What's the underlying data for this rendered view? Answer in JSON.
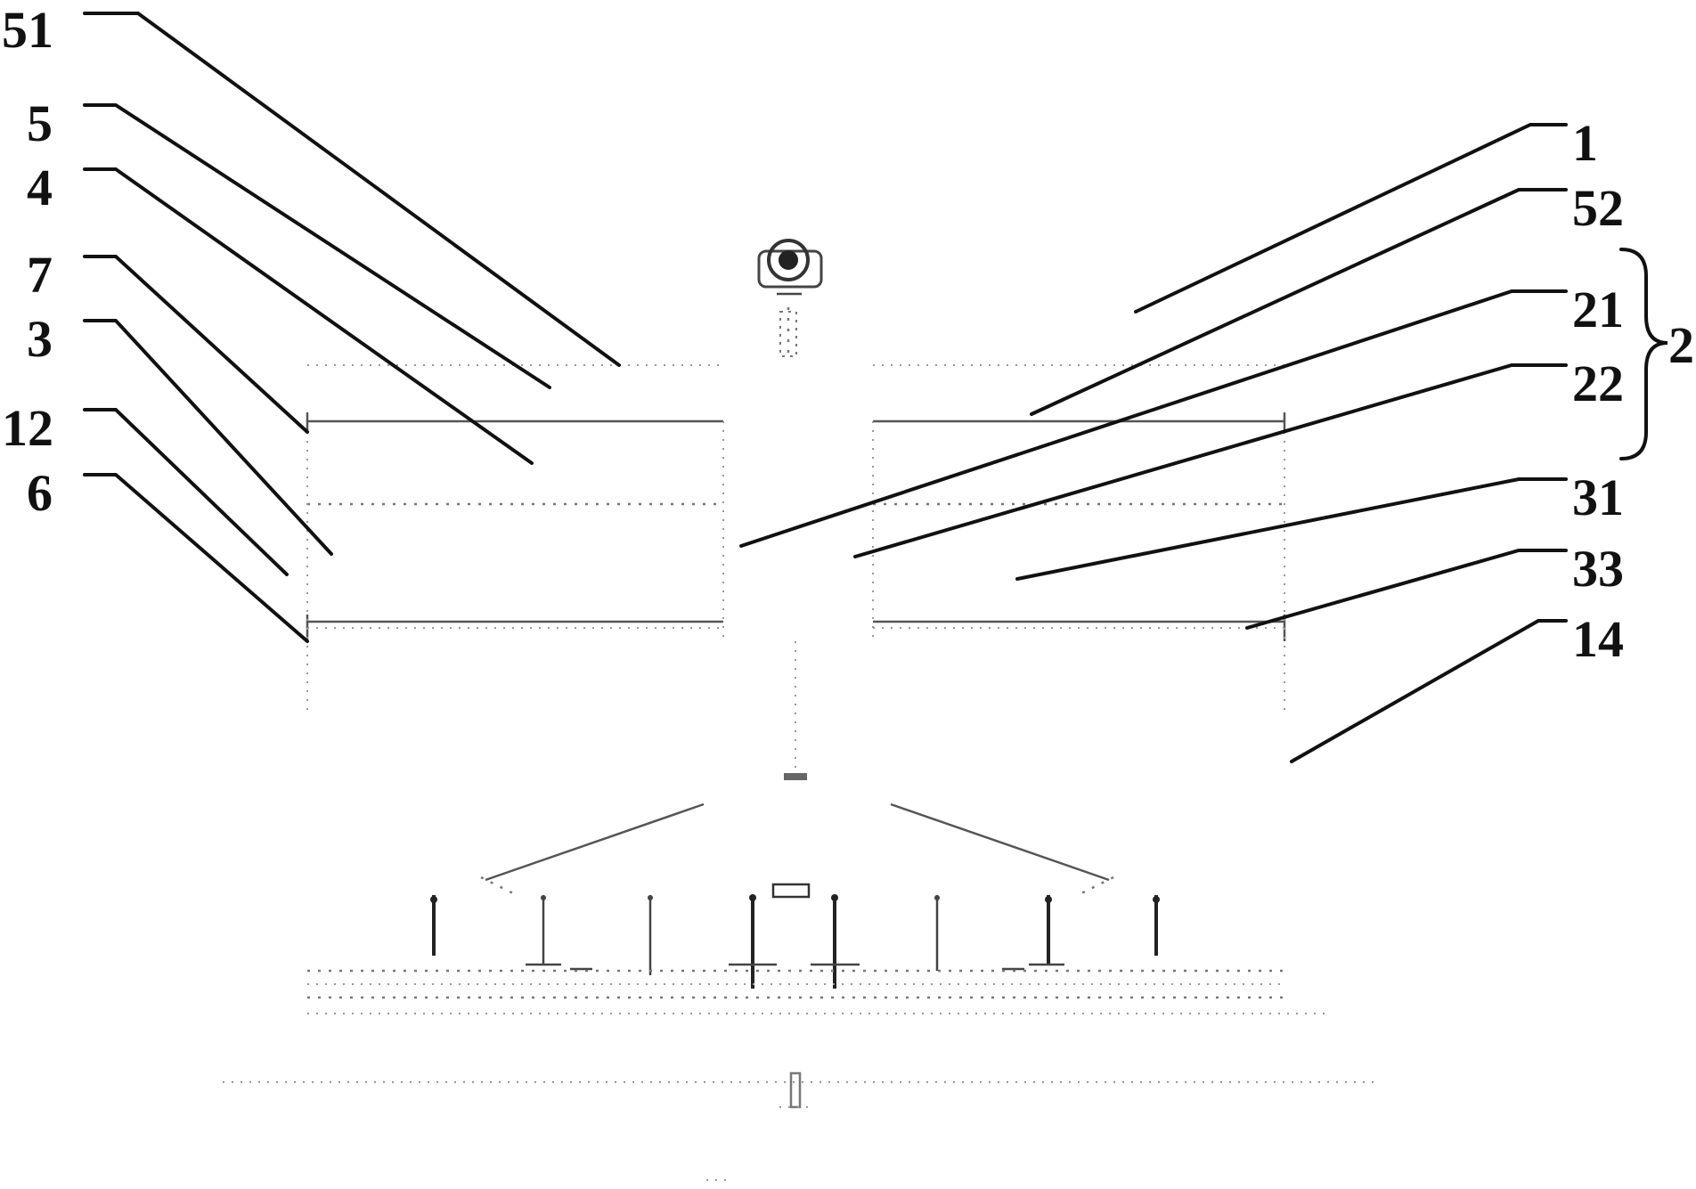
{
  "labels": {
    "l51": "51",
    "l5": "5",
    "l4": "4",
    "l7": "7",
    "l3": "3",
    "l12": "12",
    "l6": "6",
    "l1": "1",
    "l52": "52",
    "l21": "21",
    "l22": "22",
    "l2": "2",
    "l31": "31",
    "l33": "33",
    "l14": "14"
  }
}
